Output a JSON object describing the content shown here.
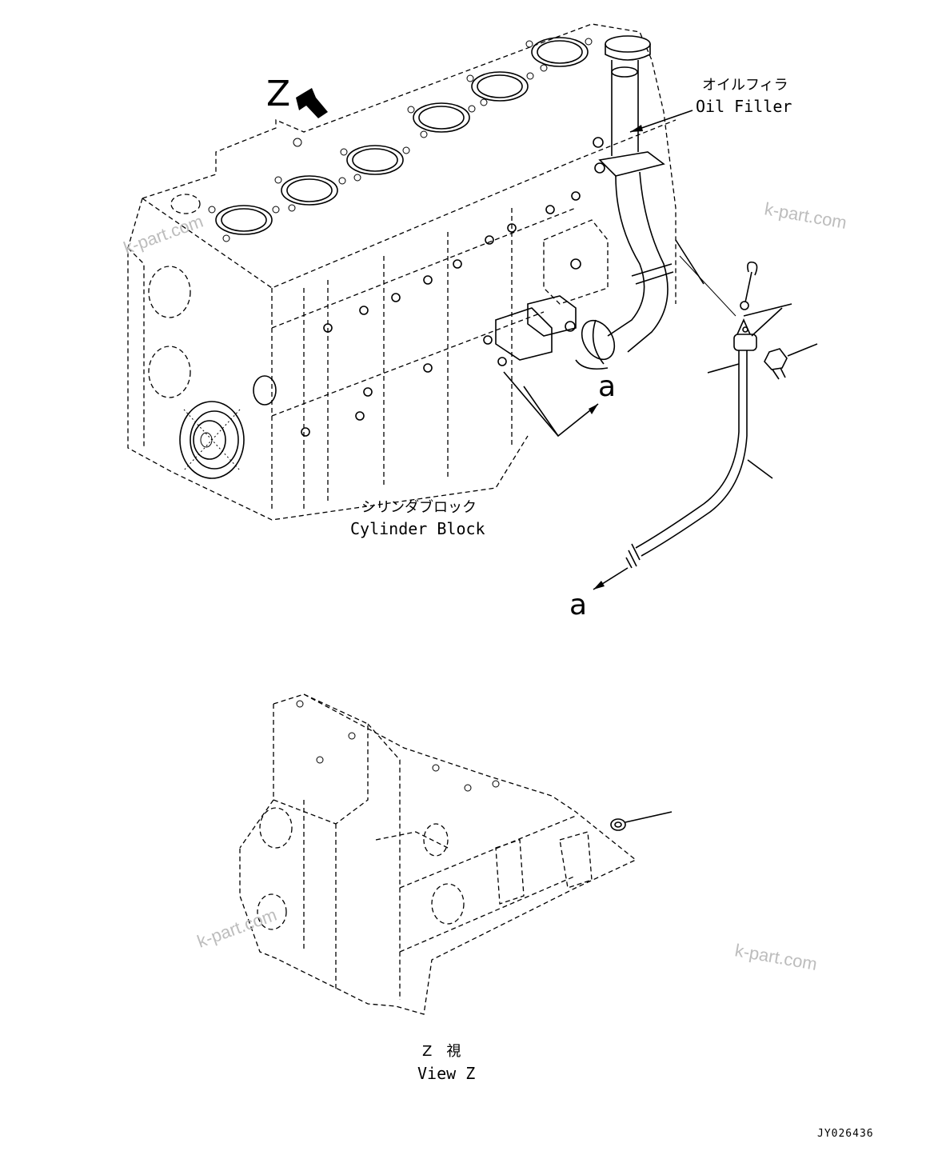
{
  "labels": {
    "view_marker": "Z",
    "connection_mark_upper": "a",
    "connection_mark_lower": "a",
    "oil_filler_ja": "オイルフィラ",
    "oil_filler_en": "Oil Filler",
    "cylinder_block_ja": "シリンダブロック",
    "cylinder_block_en": "Cylinder Block",
    "view_z_ja": "Z　視",
    "view_z_en": "View Z",
    "drawing_code": "JY026436"
  },
  "watermarks": [
    "k-part.com",
    "k-part.com",
    "k-part.com",
    "k-part.com"
  ]
}
